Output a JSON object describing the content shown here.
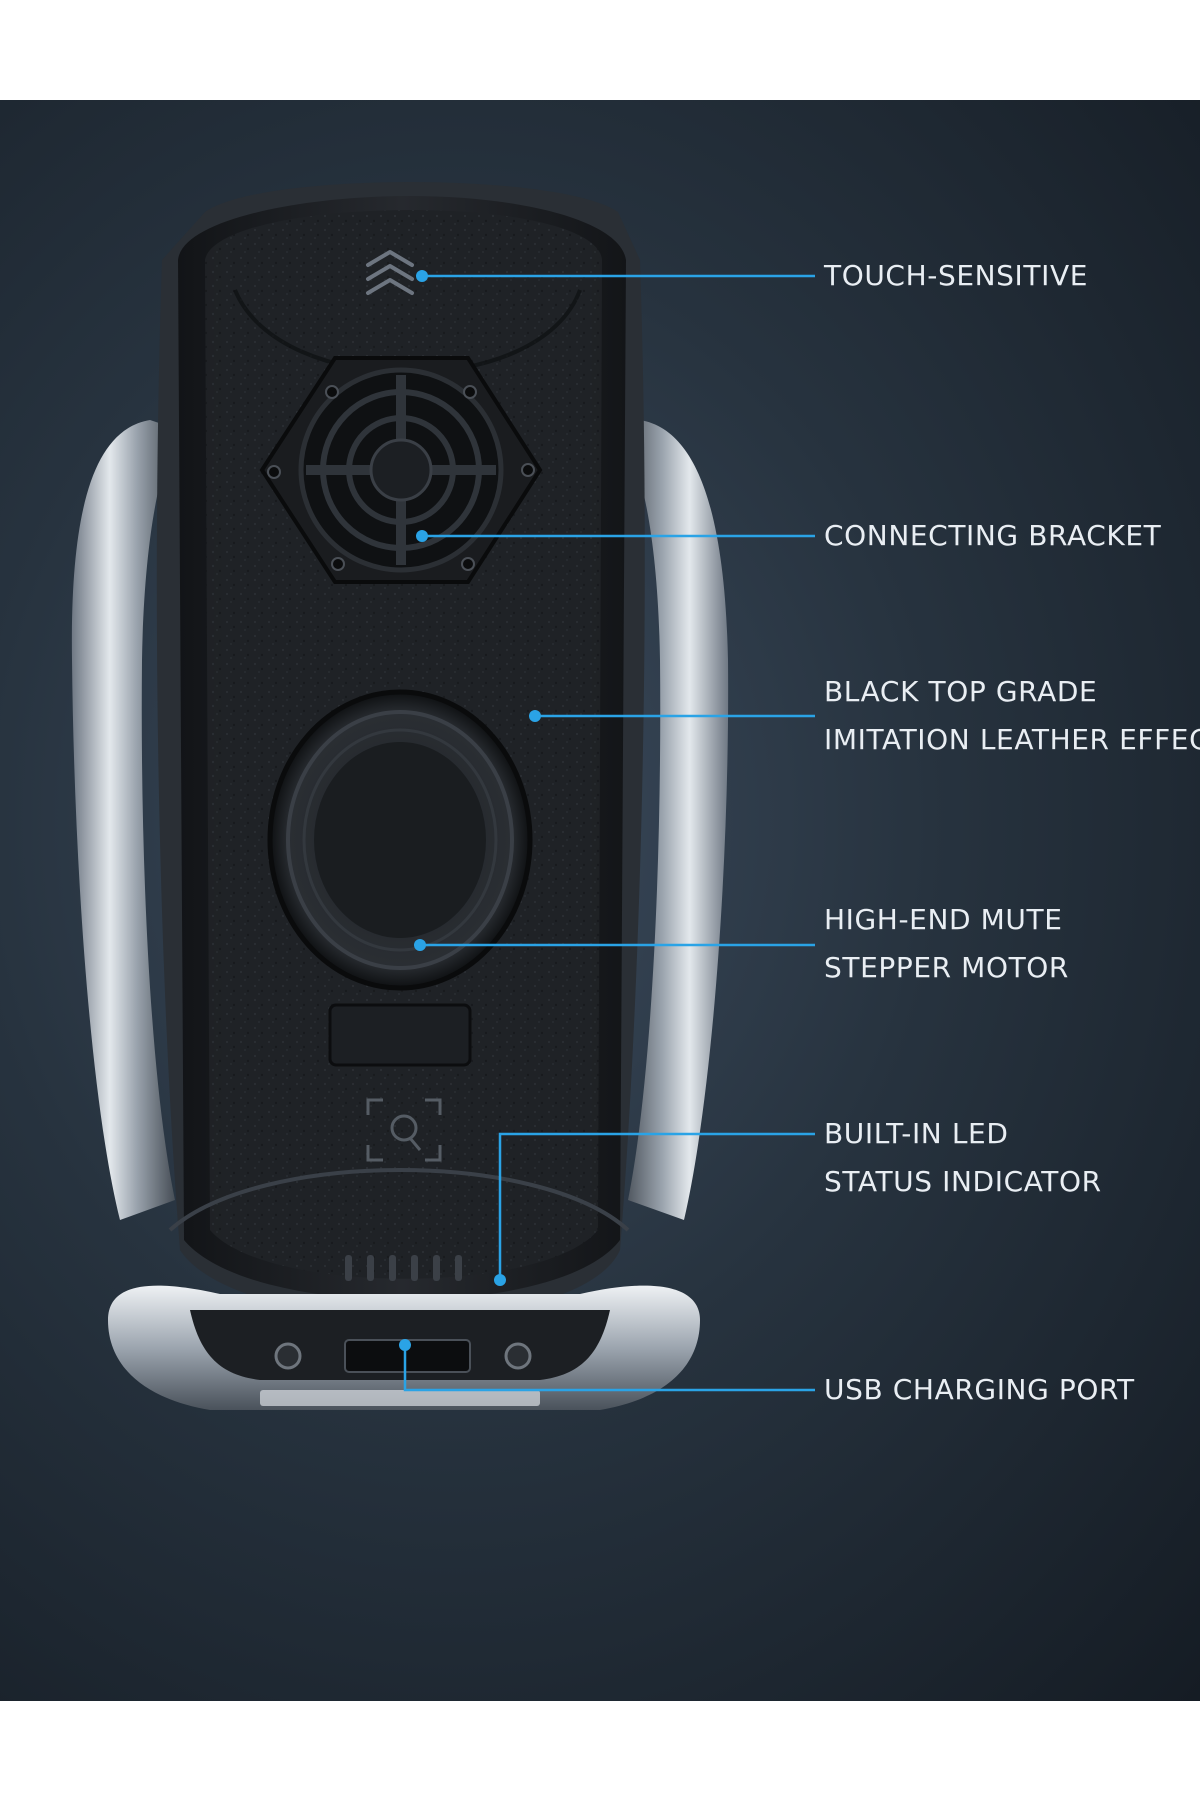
{
  "colors": {
    "background_top": "#3b4a5c",
    "background_bottom": "#151c24",
    "callout_accent": "#2aa3e6",
    "label_text": "#e9eef3",
    "device_body": "#1f2226",
    "device_chrome": "#b9c0c8"
  },
  "callouts": [
    {
      "lines": [
        "TOUCH-SENSITIVE"
      ]
    },
    {
      "lines": [
        "CONNECTING BRACKET"
      ]
    },
    {
      "lines": [
        "BLACK TOP GRADE",
        "IMITATION LEATHER EFFECT"
      ]
    },
    {
      "lines": [
        "HIGH-END MUTE",
        "STEPPER MOTOR"
      ]
    },
    {
      "lines": [
        "BUILT-IN LED",
        "STATUS INDICATOR"
      ]
    },
    {
      "lines": [
        "USB CHARGING PORT"
      ]
    }
  ],
  "icons": [
    "chevron-stack-icon",
    "face-scan-icon",
    "screw-icon"
  ]
}
